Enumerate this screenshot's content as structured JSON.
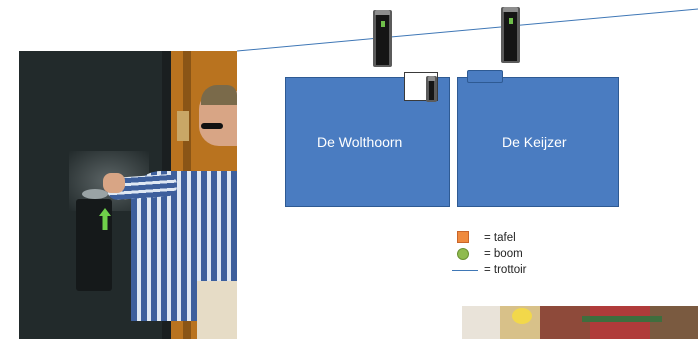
{
  "diagram": {
    "buildings": [
      {
        "label": "De Wolthoorn"
      },
      {
        "label": "De Keijzer"
      }
    ],
    "legend": [
      {
        "symbol": "orange-square",
        "text": "= tafel",
        "color": "#ef8a3e"
      },
      {
        "symbol": "green-circle",
        "text": "= boom",
        "color": "#8fbb4e"
      },
      {
        "symbol": "blue-line",
        "text": "= trottoir",
        "color": "#3f77b6"
      }
    ],
    "colors": {
      "building": "#4a7cc1",
      "trottoir": "#3f77b6"
    }
  }
}
